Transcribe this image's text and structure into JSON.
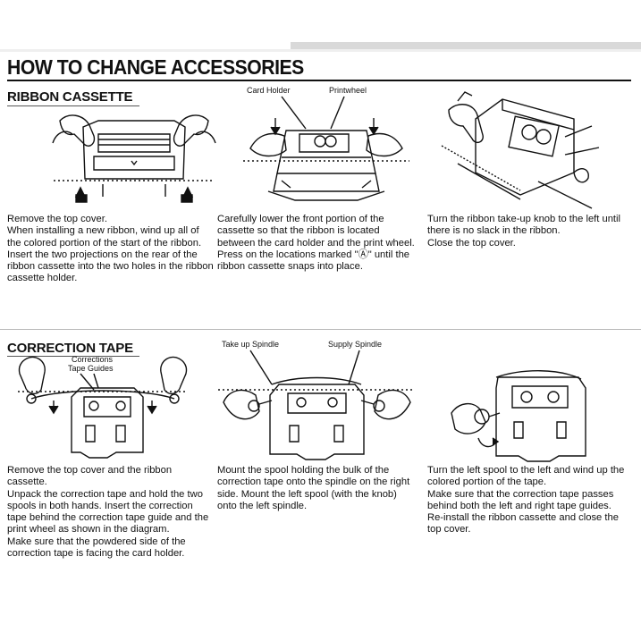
{
  "page": {
    "title": "HOW TO CHANGE ACCESSORIES"
  },
  "ribbon": {
    "heading": "RIBBON CASSETTE",
    "labels": {
      "card_holder": "Card Holder",
      "printwheel": "Printwheel"
    },
    "steps": [
      {
        "lines": [
          "Remove the top cover.",
          "When installing a new ribbon, wind up all of the colored portion of the start of the ribbon.",
          "Insert the two projections on the rear of the ribbon cassette into the two holes in the ribbon cassette holder."
        ]
      },
      {
        "lines": [
          "Carefully lower the front portion of the cassette so that the ribbon is located between the card holder and the print wheel.",
          "Press on the locations marked \"Ⓐ\" until the ribbon cassette snaps into place."
        ]
      },
      {
        "lines": [
          "Turn the ribbon take-up knob to the left until there is no slack in the ribbon.",
          "Close the top cover."
        ]
      }
    ]
  },
  "correction": {
    "heading": "CORRECTION TAPE",
    "labels": {
      "guides_1": "Corrections",
      "guides_2": "Tape Guides",
      "take_up": "Take up Spindle",
      "supply": "Supply Spindle"
    },
    "steps": [
      {
        "lines": [
          "Remove the top cover and the ribbon cassette.",
          "Unpack the correction tape and hold the two spools in both hands.  Insert the correction tape behind the correction tape guide and the print wheel as shown in the diagram.",
          "Make sure that the powdered side of the correction tape is facing the card holder."
        ]
      },
      {
        "lines": [
          "Mount the spool holding the bulk of the correction tape onto the spindle on the right side.  Mount the left spool (with the knob) onto the left spindle."
        ]
      },
      {
        "lines": [
          "Turn the left spool to the left and wind up the colored portion of the tape.",
          "Make sure that the correction tape passes behind both the left and right tape guides.  Re-install the ribbon cassette and close the top cover."
        ]
      }
    ]
  },
  "illustrations": [
    {
      "name": "hands-inserting-ribbon-cassette-illustration"
    },
    {
      "name": "lowering-cassette-front-illustration"
    },
    {
      "name": "turning-take-up-knob-illustration"
    },
    {
      "name": "inserting-correction-tape-illustration"
    },
    {
      "name": "mounting-spools-illustration"
    },
    {
      "name": "winding-left-spool-illustration"
    }
  ]
}
